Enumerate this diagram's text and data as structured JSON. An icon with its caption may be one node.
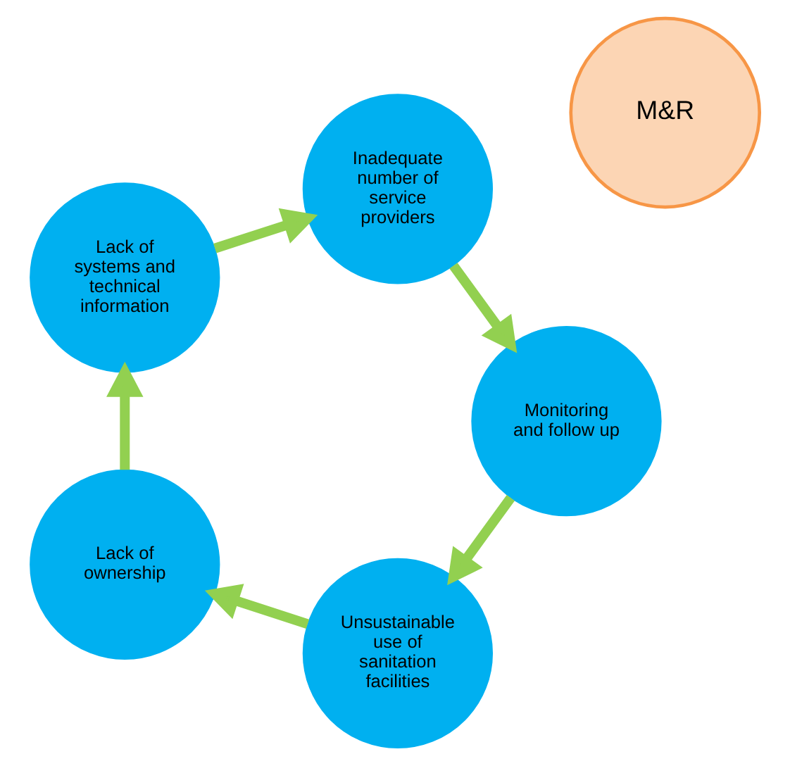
{
  "diagram": {
    "nodes": [
      {
        "text": [
          "M&R"
        ]
      },
      {
        "text": [
          "Unsustainable use of sanitation facilities"
        ]
      },
      {
        "text": [
          "Lack of ownership"
        ]
      },
      {
        "text": [
          "Lack of systems and technical information"
        ]
      },
      {
        "text": [
          "Inadequate number of service providers"
        ]
      },
      {
        "text": [
          "Monitoring and follow up"
        ]
      }
    ],
    "edges": [
      {
        "from": 1,
        "to": 2,
        "arrow": "to"
      },
      {
        "from": 2,
        "to": 3,
        "arrow": "to"
      },
      {
        "from": 3,
        "to": 4,
        "arrow": "to"
      },
      {
        "from": 4,
        "to": 5,
        "arrow": "to"
      },
      {
        "from": 5,
        "to": 1,
        "arrow": "to"
      }
    ]
  }
}
